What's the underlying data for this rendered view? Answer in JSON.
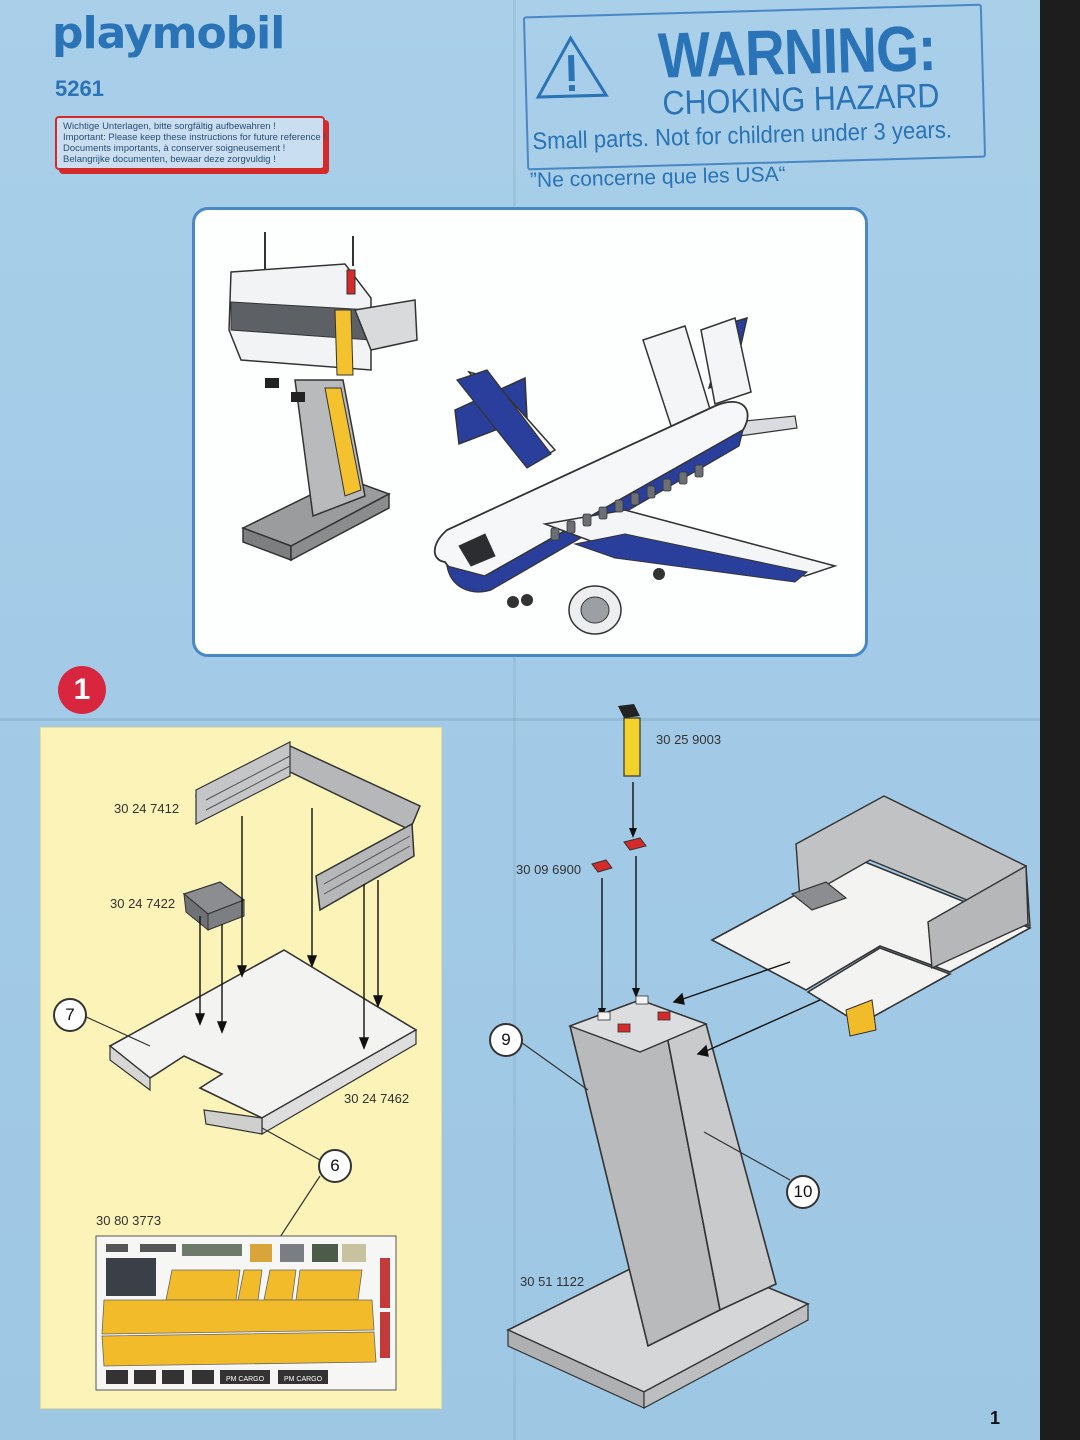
{
  "brand": {
    "logo_text": "playmobil",
    "model_number": "5261"
  },
  "notice_lines": [
    "Wichtige Unterlagen, bitte sorgfältig aufbewahren !",
    "Important: Please keep these instructions for future reference !",
    "Documents importants, à conserver soigneusement !",
    "Belangrijke documenten, bewaar deze zorgvuldig !"
  ],
  "warning": {
    "title": "WARNING:",
    "subtitle": "CHOKING HAZARD",
    "text": "Small parts. Not for children under 3 years.",
    "usa_note": "”Ne concerne que les USA“"
  },
  "step": {
    "number": "1"
  },
  "part_numbers": {
    "railing": "30 24 7412",
    "console": "30 24 7422",
    "platform": "30 24 7462",
    "sticker_sheet": "30 80 3773",
    "antenna": "30 25 9003",
    "stud": "30 09 6900",
    "tower_base": "30 51 1122"
  },
  "callouts": {
    "c6": "6",
    "c7": "7",
    "c9": "9",
    "c10": "10"
  },
  "sticker_labels": {
    "cargo_a": "PM CARGO",
    "cargo_b": "PM CARGO"
  },
  "page_number": "1",
  "colors": {
    "accent_blue": "#2a73b6",
    "warning_red": "#d42a2a",
    "step_red": "#d7263d",
    "sheet_blue": "#a5cce7",
    "panel_yellow": "#fbf3b8"
  }
}
